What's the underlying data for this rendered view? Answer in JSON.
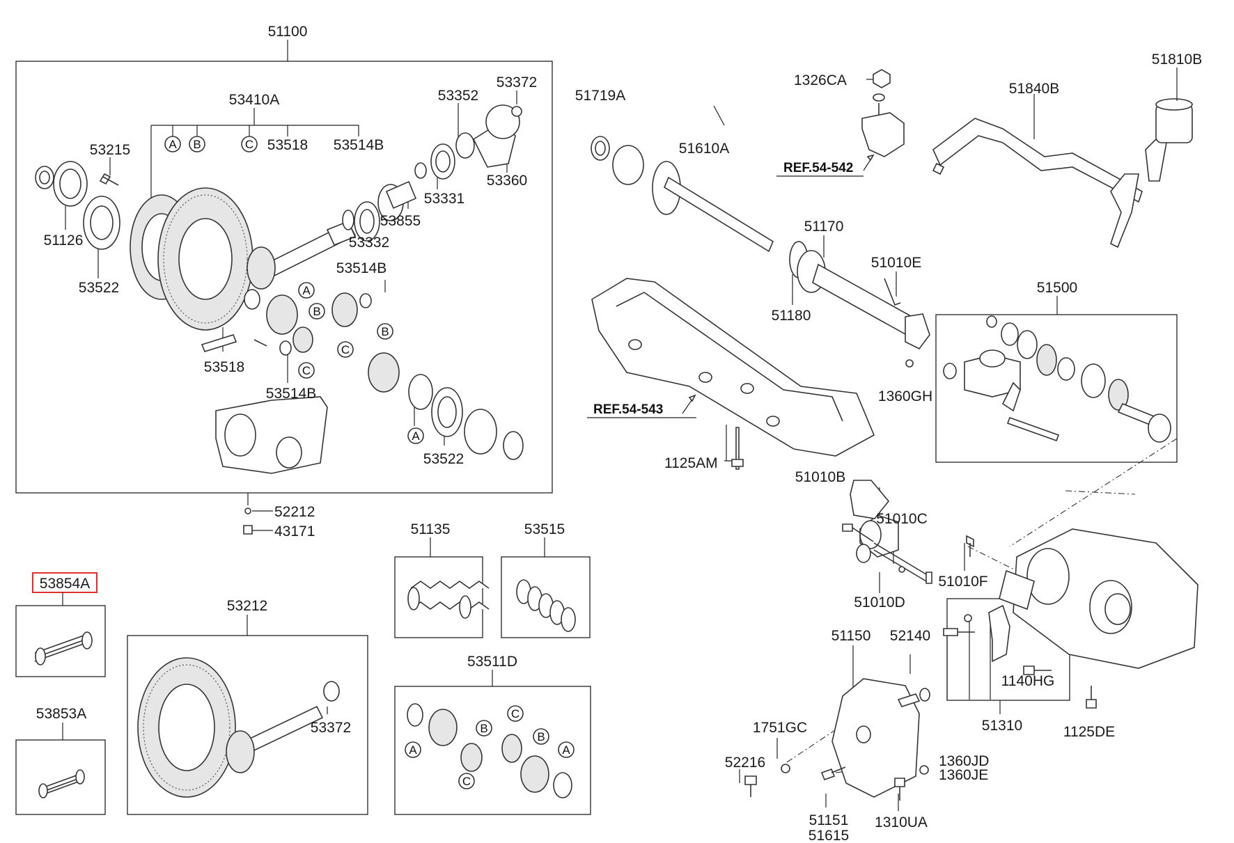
{
  "labels": {
    "l51100": "51100",
    "l53410A": "53410A",
    "l53372a": "53372",
    "l53352": "53352",
    "l53215": "53215",
    "l53518a": "53518",
    "l53514Ba": "53514B",
    "l53331": "53331",
    "l53360": "53360",
    "l51126": "51126",
    "l53855": "53855",
    "l53332": "53332",
    "l53522a": "53522",
    "l53514Bb": "53514B",
    "l53518b": "53518",
    "l53514Bc": "53514B",
    "l53522b": "53522",
    "l52212": "52212",
    "l43171": "43171",
    "l51719A": "51719A",
    "l51610A": "51610A",
    "l1326CA": "1326CA",
    "l51840B": "51840B",
    "l51810B": "51810B",
    "l51170": "51170",
    "l51010E": "51010E",
    "l51180": "51180",
    "l51500": "51500",
    "l1360GH": "1360GH",
    "l1125AM": "1125AM",
    "l51135": "51135",
    "l53515": "53515",
    "l53854A": "53854A",
    "l53853A": "53853A",
    "l53212": "53212",
    "l53372b": "53372",
    "l53511D": "53511D",
    "l51010B": "51010B",
    "l51010C": "51010C",
    "l51010F": "51010F",
    "l51010D": "51010D",
    "l51150": "51150",
    "l52140": "52140",
    "l1140HG": "1140HG",
    "l1751GC": "1751GC",
    "l52216": "52216",
    "l51310": "51310",
    "l1125DE": "1125DE",
    "l1360JD": "1360JD",
    "l1360JE": "1360JE",
    "l51151": "51151",
    "l51615": "51615",
    "l1310UA": "1310UA"
  },
  "refs": {
    "ref542": "REF.54-542",
    "ref543": "REF.54-543"
  },
  "circle_letters": {
    "A": "A",
    "B": "B",
    "C": "C"
  },
  "highlighted_part": "53854A",
  "colors": {
    "highlight": "#e0302b",
    "line": "#222222",
    "text": "#1a1a1a"
  }
}
